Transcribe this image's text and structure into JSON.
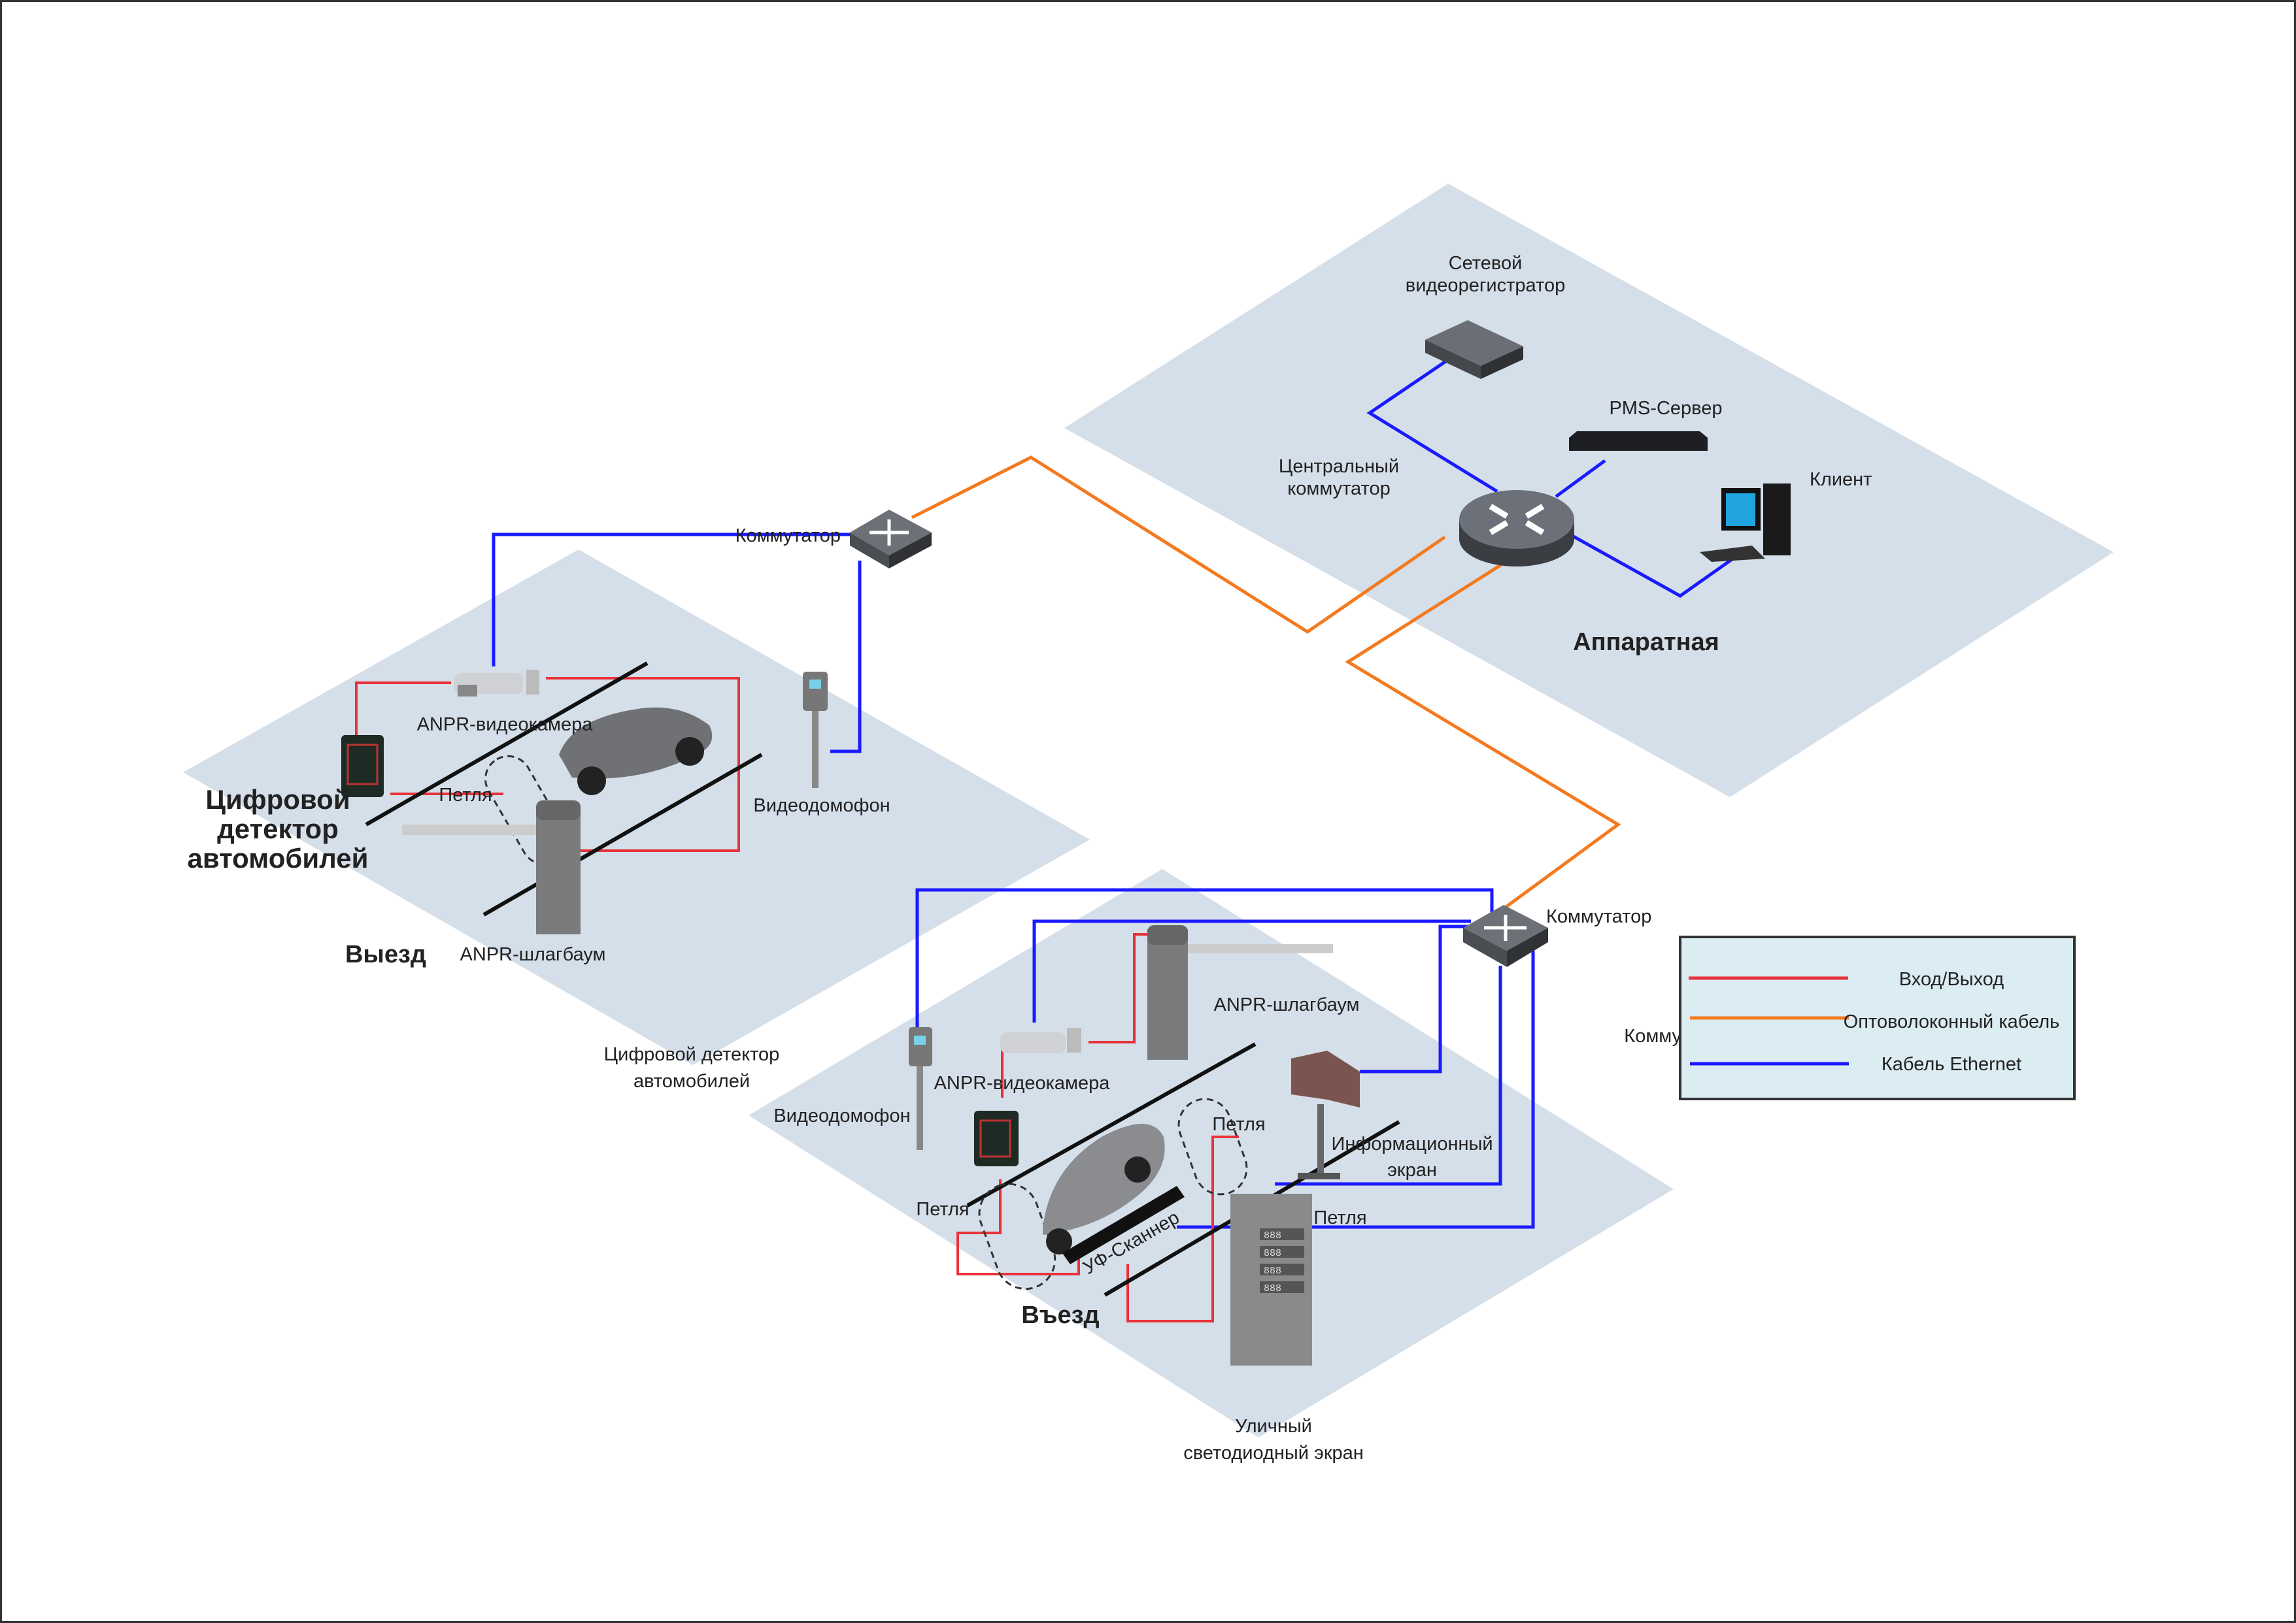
{
  "zones": {
    "server_room": "Аппаратная",
    "exit": "Выезд",
    "entry": "Въезд"
  },
  "server_room": {
    "nvr_line1": "Сетевой",
    "nvr_line2": "видеорегистратор",
    "pms_server": "PMS-Сервер",
    "client": "Клиент",
    "core_switch_line1": "Центральный",
    "core_switch_line2": "коммутатор"
  },
  "exit_area": {
    "switch": "Коммутатор",
    "anpr_camera": "ANPR-видеокамера",
    "loop": "Петля",
    "barrier": "ANPR-шлагбаум",
    "intercom": "Видеодомофон",
    "detector_line1": "Цифровой",
    "detector_line2": "детектор",
    "detector_line3": "автомобилей",
    "detector_caption_line1": "Цифровой детектор",
    "detector_caption_line2": "автомобилей"
  },
  "entry_area": {
    "switch": "Коммутатор",
    "switch_side": "Коммутатор",
    "barrier": "ANPR-шлагбаум",
    "anpr_camera": "ANPR-видеокамера",
    "intercom": "Видеодомофон",
    "loop_left": "Петля",
    "loop_top": "Петля",
    "loop_right": "Петля",
    "uv_scanner": "УФ-Сканнер",
    "info_screen_line1": "Информационный",
    "info_screen_line2": "экран",
    "led_screen_line1": "Уличный",
    "led_screen_line2": "светодиодный экран",
    "led_digits": "888"
  },
  "legend": {
    "items": [
      {
        "label": "Вход/Выход",
        "color": "#e8323a"
      },
      {
        "label": "Оптоволоконный кабель",
        "color": "#f47a20"
      },
      {
        "label": "Кабель Ethernet",
        "color": "#1a1aff"
      }
    ]
  },
  "colors": {
    "zone_fill": "#d5dfea",
    "legend_fill": "#dbecf2",
    "ethernet": "#1a1aff",
    "io": "#e8323a",
    "fiber": "#f47a20"
  }
}
